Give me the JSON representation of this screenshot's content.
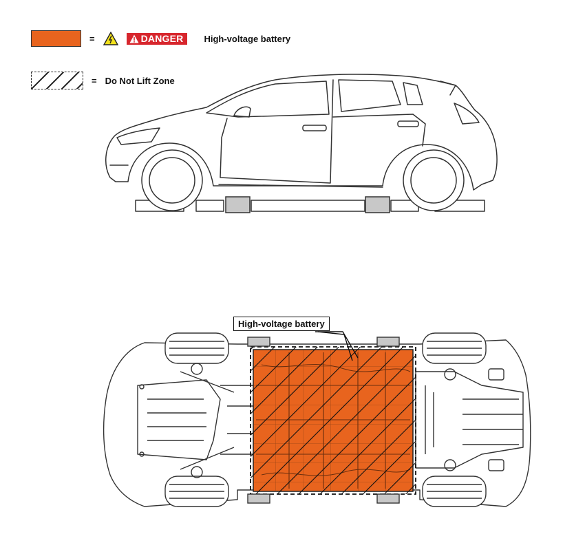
{
  "legend": {
    "battery": {
      "equals": "=",
      "danger_label": "DANGER",
      "text": "High-voltage battery",
      "swatch_color": "#e8641e",
      "warning_icon": "high-voltage-warning-icon"
    },
    "no_lift": {
      "equals": "=",
      "text": "Do Not Lift Zone",
      "pattern": "dashed-border-diagonal-hatch"
    }
  },
  "callout": {
    "text": "High-voltage battery"
  },
  "colors": {
    "battery_orange": "#e8641e",
    "danger_red": "#d7262d",
    "warning_yellow": "#f4e21b",
    "lift_pad_gray": "#c8c8c8",
    "line": "#333333"
  }
}
